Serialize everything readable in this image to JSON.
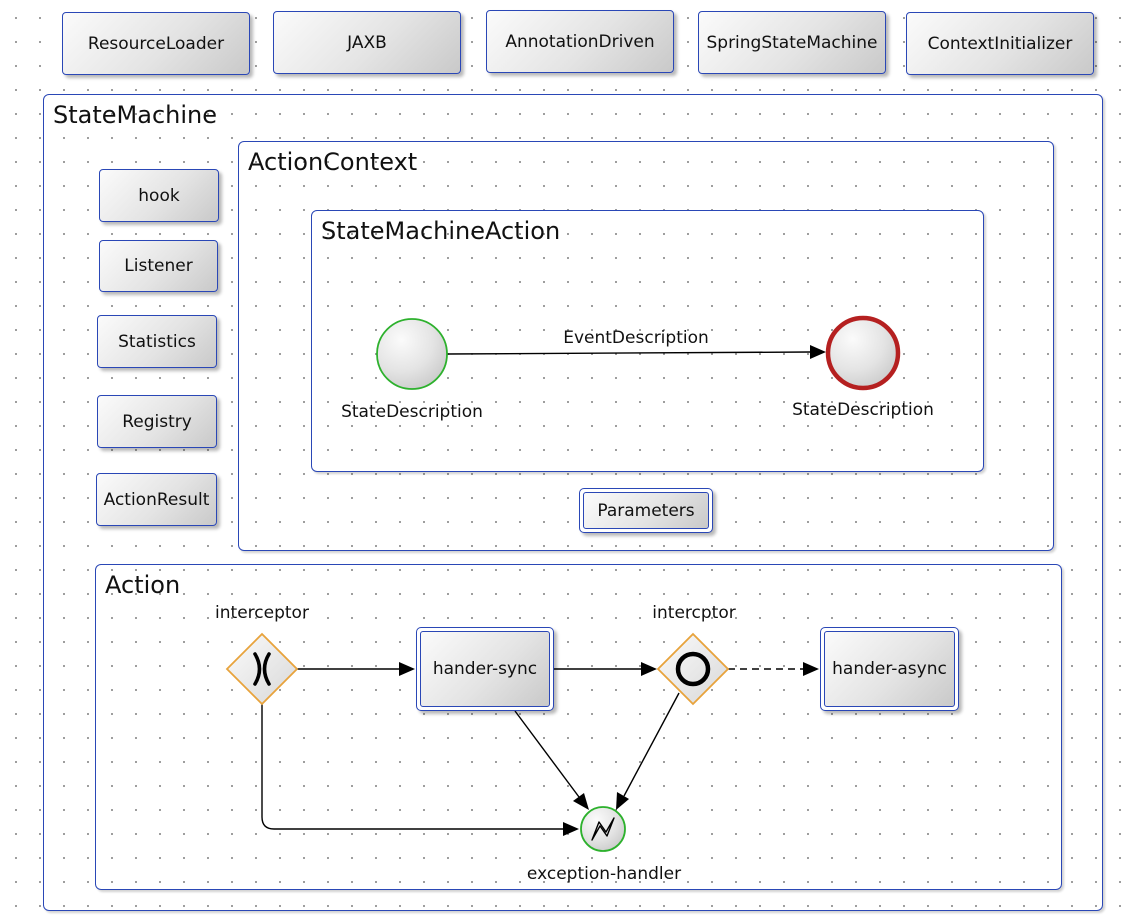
{
  "top_components": [
    {
      "label": "ResourceLoader"
    },
    {
      "label": "JAXB"
    },
    {
      "label": "AnnotationDriven"
    },
    {
      "label": "SpringStateMachine"
    },
    {
      "label": "ContextInitializer"
    }
  ],
  "state_machine": {
    "title": "StateMachine",
    "side_items": [
      {
        "label": "hook"
      },
      {
        "label": "Listener"
      },
      {
        "label": "Statistics"
      },
      {
        "label": "Registry"
      },
      {
        "label": "ActionResult"
      }
    ],
    "action_context": {
      "title": "ActionContext",
      "state_machine_action": {
        "title": "StateMachineAction",
        "start_state_label": "StateDescription",
        "end_state_label": "StateDescription",
        "transition_label": "EventDescription"
      },
      "parameters_label": "Parameters"
    },
    "action": {
      "title": "Action",
      "gateway1_label": "interceptor",
      "gateway2_label": "intercptor",
      "sync_task_label": "hander-sync",
      "async_task_label": "hander-async",
      "exception_handler_label": "exception-handler"
    }
  },
  "colors": {
    "border_blue": "#2a47b6",
    "start_event_green": "#2db12d",
    "end_event_red": "#b52020",
    "gateway_orange": "#e8a33c"
  }
}
